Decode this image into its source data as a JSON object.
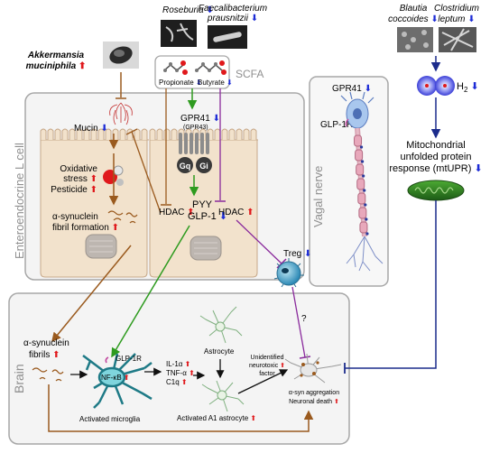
{
  "bacteria": {
    "akkermansia_line1": "Akkermansia",
    "akkermansia_line2": "muciniphila",
    "roseburia": "Roseburia",
    "faecalibacterium_line1": "Faecalibacterium",
    "faecalibacterium_line2": "prausnitzii",
    "blautia_line1": "Blautia",
    "blautia_line2": "coccoides",
    "clostridium_line1": "Clostridium",
    "clostridium_line2": "leptum"
  },
  "scfa": {
    "title": "SCFA",
    "propionate": "Propionate",
    "butyrate": "Butyrate"
  },
  "gut": {
    "side_label": "Enteroendocrine L cell",
    "mucin": "Mucin",
    "oxidative_line1": "Oxidative",
    "oxidative_line2": "stress",
    "pesticide": "Pesticide",
    "asyn_line1": "α-synuclein",
    "asyn_line2": "fibril formation",
    "gpr41": "GPR41",
    "gpr43": "(GPR43)",
    "gq": "Gq",
    "gi": "Gi",
    "hdac_left": "HDAC",
    "hdac_right": "HDAC",
    "pyy": "PYY",
    "glp1": "GLP-1"
  },
  "vagal": {
    "label": "Vagal nerve",
    "gpr41": "GPR41",
    "glp1r": "GLP-1R"
  },
  "h2": {
    "label": "H",
    "sub": "2"
  },
  "mito": {
    "line1": "Mitochondrial",
    "line2": "unfolded protein",
    "line3": "response (mtUPR)"
  },
  "treg": "Treg",
  "question": "?",
  "brain": {
    "side_label": "Brain",
    "asyn_line1": "α-synuclein",
    "asyn_line2": "fibrils",
    "glp1r": "GLP-1R",
    "nfkb": "NF-κB",
    "il1a": "IL-1α",
    "tnfa": "TNF-α",
    "c1q": "C1q",
    "astrocyte": "Astrocyte",
    "microglia": "Activated microglia",
    "a1": "Activated A1 astrocyte",
    "unid_line1": "Unidentified",
    "unid_line2": "neurotoxic",
    "unid_line3": "factor",
    "asyn_agg": "α-syn aggregation",
    "neuronal_death": "Neuronal death"
  },
  "colors": {
    "up": "#e0191c",
    "down": "#1c2bd6",
    "brown": "#9a5a1e",
    "green": "#2e9b1f",
    "purple": "#8a2a9c",
    "navy": "#1c2c8c",
    "cell_fill": "#f2e2cc",
    "panel_stroke": "#a7a7a7"
  }
}
